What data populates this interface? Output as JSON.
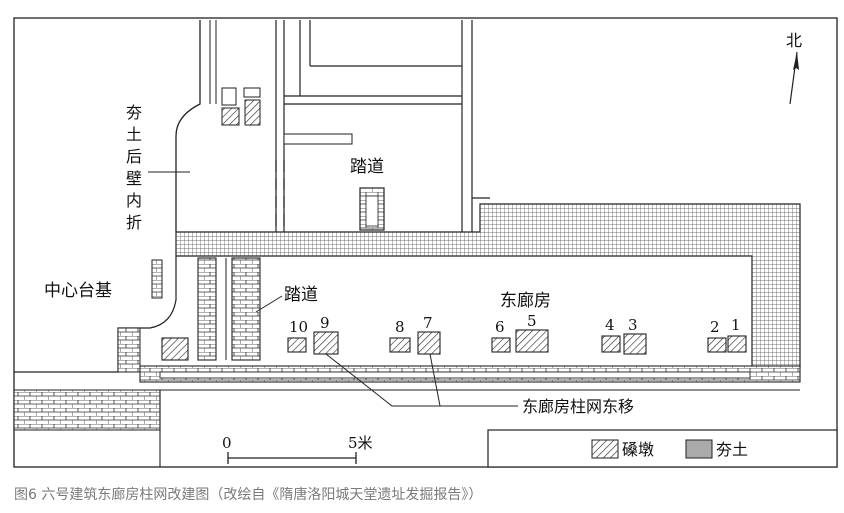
{
  "diagram": {
    "north": "北",
    "labels": {
      "rammed_wall_fold": "夯土后壁内折",
      "ramp_upper": "踏道",
      "central_platform": "中心台基",
      "ramp_lower": "踏道",
      "east_corridor": "东廊房",
      "annotation": "东廊房柱网东移"
    },
    "pier_numbers": [
      "10",
      "9",
      "8",
      "7",
      "6",
      "5",
      "4",
      "3",
      "2",
      "1"
    ],
    "scale": {
      "zero": "0",
      "end": "5米"
    },
    "legend": {
      "pier": "磉墩",
      "rammed_earth": "夯土"
    }
  },
  "caption": "图6 六号建筑东廊房柱网改建图（改绘自《隋唐洛阳城天堂遗址发掘报告》）"
}
